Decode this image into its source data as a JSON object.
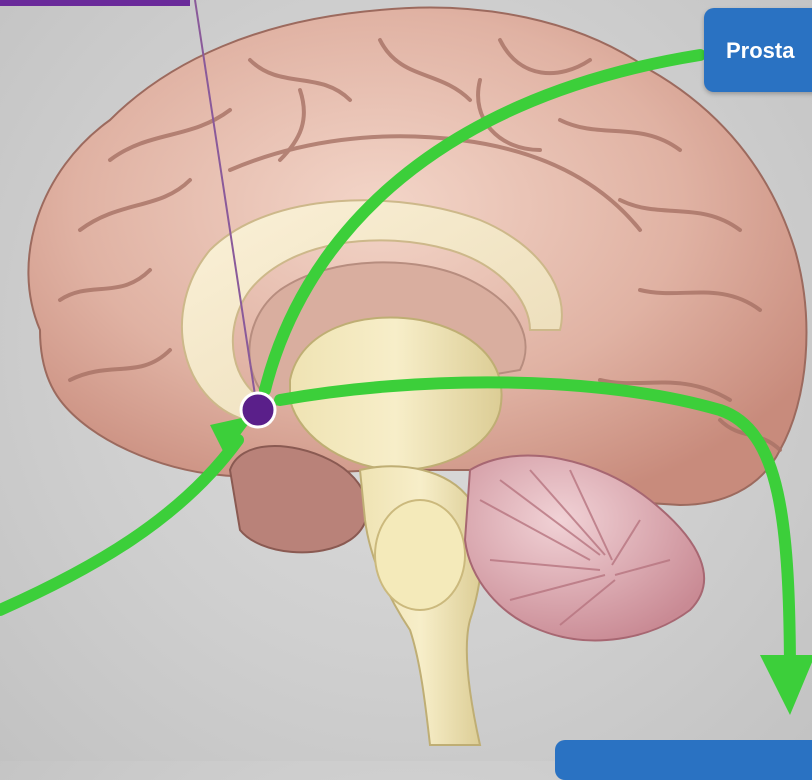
{
  "labels": {
    "top_right": "Prosta",
    "bottom": ""
  },
  "colors": {
    "arrow": "#3ccf3a",
    "marker": "#5a1f8a",
    "label_bg": "#2a72c2",
    "top_bar": "#6a2a9a",
    "pointer_line": "#8a5a9a"
  },
  "icons": {
    "marker": "dot-marker",
    "arrowheads": "arrowhead"
  }
}
